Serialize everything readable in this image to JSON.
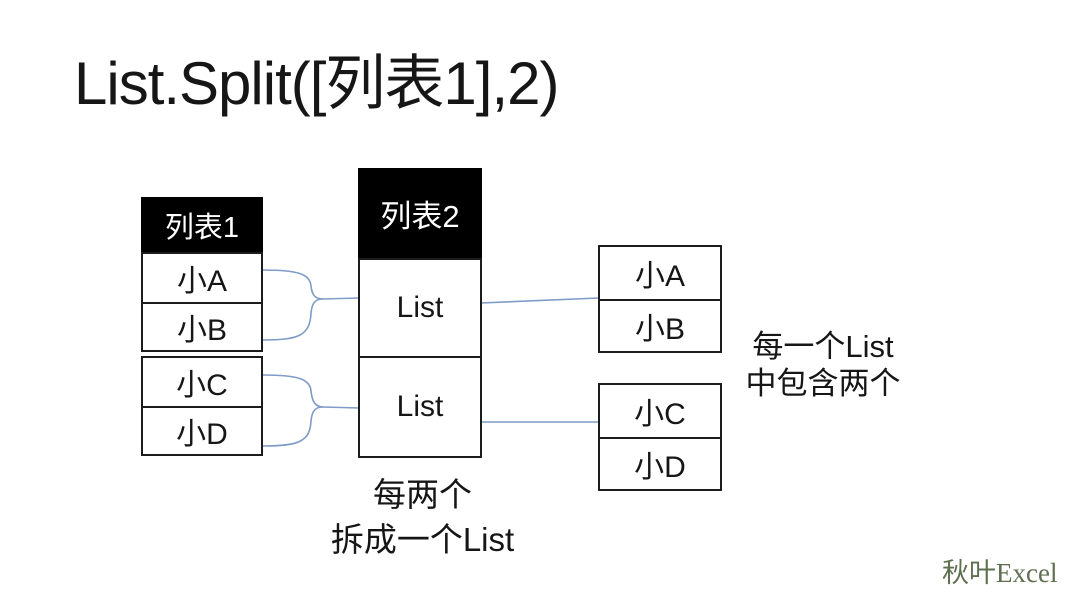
{
  "slide": {
    "title": "List.Split([列表1],2)",
    "watermark": "秋叶Excel"
  },
  "colors": {
    "header_bg": "#000000",
    "header_text": "#ffffff",
    "cell_border": "#1c1c1c",
    "connector_line": "#7f9bc8",
    "body_text": "#161616",
    "watermark_text": "#5f7050",
    "background": "#ffffff"
  },
  "source_table": {
    "header": "列表1",
    "groups": [
      [
        "小A",
        "小B"
      ],
      [
        "小C",
        "小D"
      ]
    ]
  },
  "split_table": {
    "header": "列表2",
    "cells": [
      "List",
      "List"
    ]
  },
  "output_tables": [
    {
      "cells": [
        "小A",
        "小B"
      ]
    },
    {
      "cells": [
        "小C",
        "小D"
      ]
    }
  ],
  "annotations": {
    "bottom_line1": "每两个",
    "bottom_line2": "拆成一个List",
    "right_line1": "每一个List",
    "right_line2": "中包含两个"
  },
  "icons": {
    "brace_connector": "curly-brace-connector",
    "straight_connector": "straight-line-connector"
  }
}
